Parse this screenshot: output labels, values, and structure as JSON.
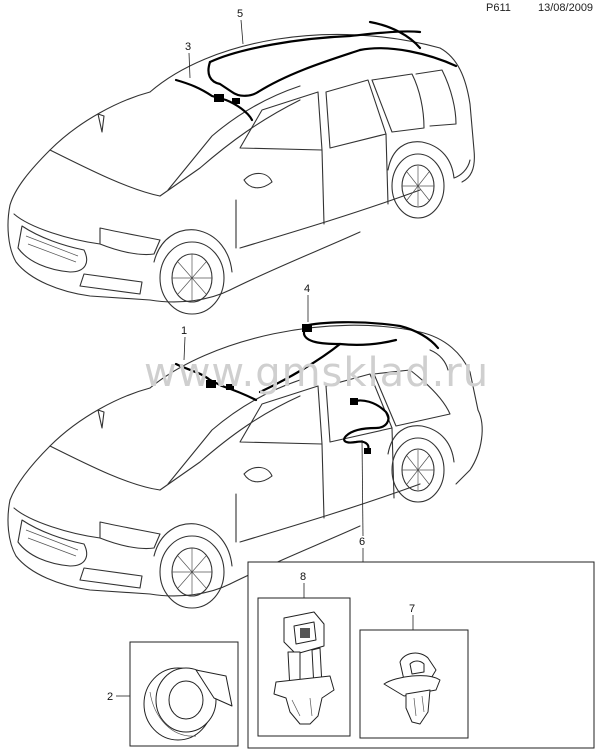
{
  "header": {
    "page_code": "P611",
    "date": "13/08/2009"
  },
  "watermark": "www.gmsklad.ru",
  "callouts": [
    {
      "id": "callout-1",
      "label": "1"
    },
    {
      "id": "callout-2",
      "label": "2"
    },
    {
      "id": "callout-3",
      "label": "3"
    },
    {
      "id": "callout-4",
      "label": "4"
    },
    {
      "id": "callout-5",
      "label": "5"
    },
    {
      "id": "callout-6",
      "label": "6"
    },
    {
      "id": "callout-7",
      "label": "7"
    },
    {
      "id": "callout-8",
      "label": "8"
    }
  ],
  "colors": {
    "line": "#333333",
    "harness": "#000000",
    "watermark": "#cfcfcf"
  }
}
